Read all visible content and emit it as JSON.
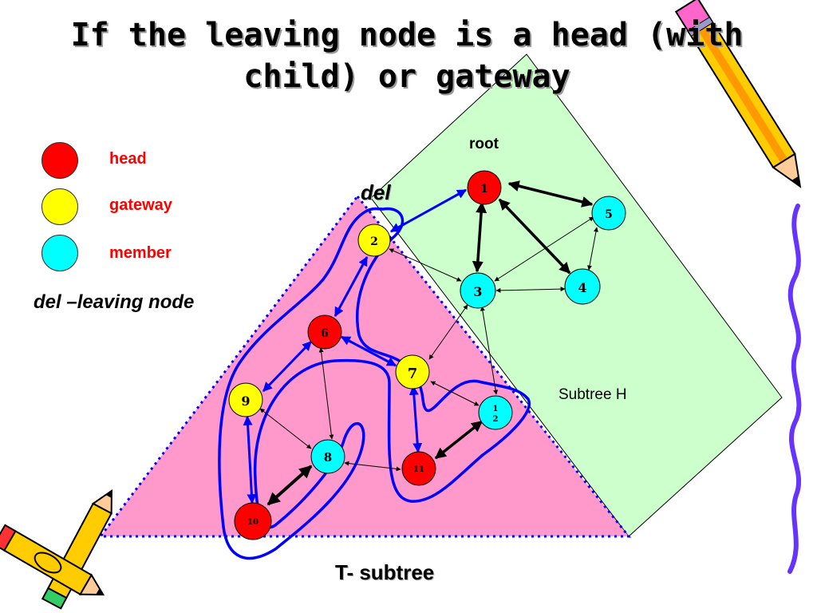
{
  "title_line1": "If the leaving node is a head (with",
  "title_line2": "child)  or gateway",
  "legend": [
    {
      "label": "head",
      "color": "#ff0000"
    },
    {
      "label": "gateway",
      "color": "#ffff00"
    },
    {
      "label": "member",
      "color": "#00ffff"
    }
  ],
  "note": "del –leaving node",
  "del_label": "del",
  "root_label": "root",
  "subtree_h_label": "Subtree H",
  "t_subtree_label": "T- subtree",
  "nodes": {
    "n1": "1",
    "n2": "2",
    "n3": "3",
    "n4": "4",
    "n5": "5",
    "n6": "6",
    "n7": "7",
    "n8": "8",
    "n9": "9",
    "n10": "10",
    "n11": "11",
    "n12_line1": "1",
    "n12_line2": "2"
  },
  "colors": {
    "head": "#ff0000",
    "gateway": "#ffff00",
    "member": "#00ffff",
    "t_subtree_fill": "#ff99cc",
    "subtree_h_fill": "#ccffcc",
    "outline": "#0000ff",
    "decoration_purple": "#6633ff"
  }
}
